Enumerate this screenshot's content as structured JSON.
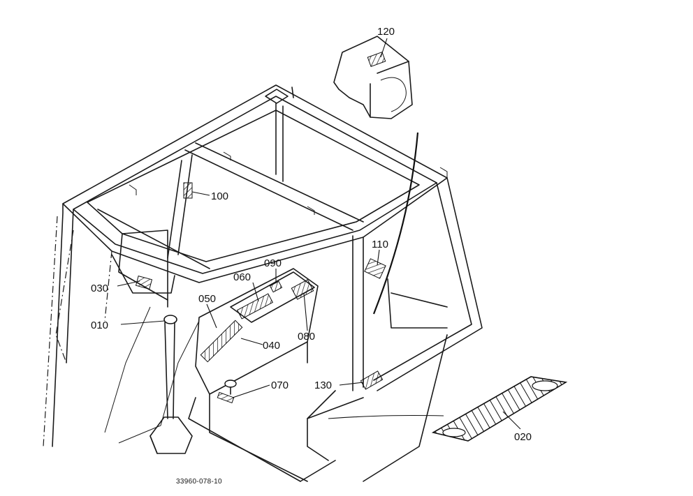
{
  "drawing_number": "33960-078-10",
  "callouts": [
    {
      "id": "p010",
      "label": "010"
    },
    {
      "id": "p020",
      "label": "020"
    },
    {
      "id": "p030",
      "label": "030"
    },
    {
      "id": "p040",
      "label": "040"
    },
    {
      "id": "p050",
      "label": "050"
    },
    {
      "id": "p060",
      "label": "060"
    },
    {
      "id": "p070",
      "label": "070"
    },
    {
      "id": "p080",
      "label": "080"
    },
    {
      "id": "p090",
      "label": "090"
    },
    {
      "id": "p100",
      "label": "100"
    },
    {
      "id": "p110",
      "label": "110"
    },
    {
      "id": "p120",
      "label": "120"
    },
    {
      "id": "p130",
      "label": "130"
    }
  ]
}
